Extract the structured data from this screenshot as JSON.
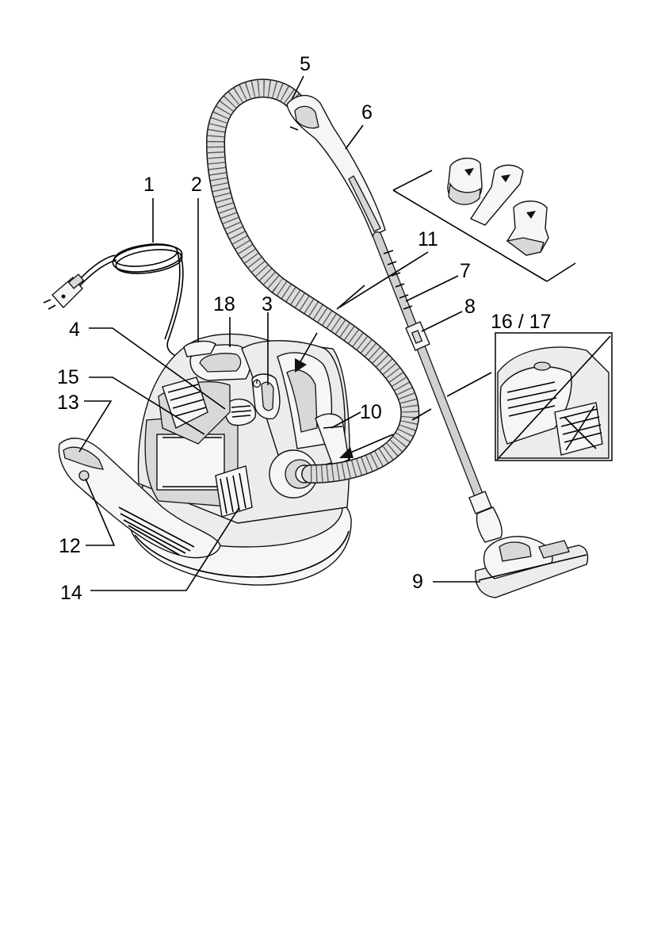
{
  "labels": {
    "l1": "1",
    "l2": "2",
    "l3": "3",
    "l4": "4",
    "l5": "5",
    "l6": "6",
    "l7": "7",
    "l8": "8",
    "l9": "9",
    "l10": "10",
    "l11": "11",
    "l12": "12",
    "l13": "13",
    "l14": "14",
    "l15": "15",
    "l16_17": "16 / 17",
    "l18": "18"
  },
  "icons": {
    "power": "power-symbol-icon"
  }
}
